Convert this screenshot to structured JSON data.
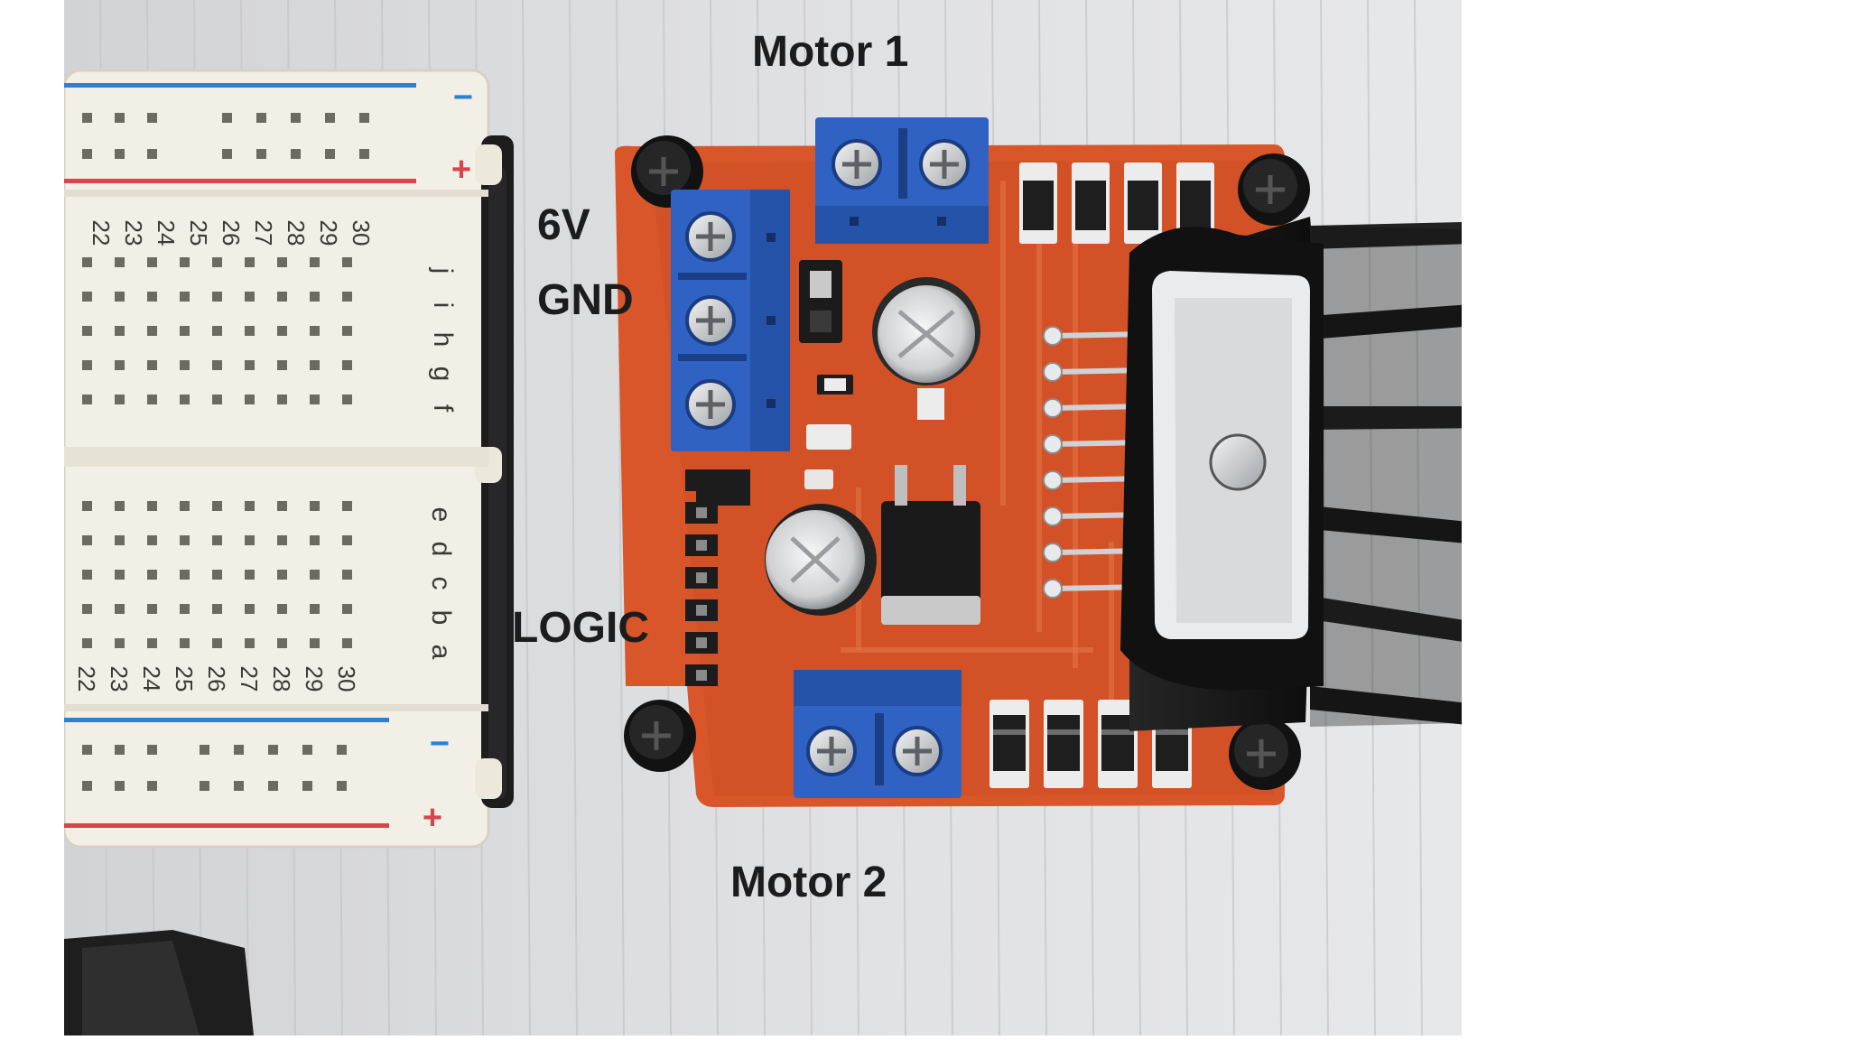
{
  "photo": {
    "labels": {
      "motor1": "Motor 1",
      "motor2": "Motor 2",
      "v6": "6V",
      "gnd": "GND",
      "logic": "LOGIC"
    },
    "breadboard": {
      "top_numbers": [
        "22",
        "23",
        "24",
        "25",
        "26",
        "27",
        "28",
        "29",
        "30"
      ],
      "bottom_numbers": [
        "22",
        "23",
        "24",
        "25",
        "26",
        "27",
        "28",
        "29",
        "30"
      ],
      "top_letters": [
        "j",
        "i",
        "h",
        "g",
        "f"
      ],
      "bottom_letters": [
        "e",
        "d",
        "c",
        "b",
        "a"
      ],
      "rail_minus": "−",
      "rail_plus": "+"
    },
    "colors": {
      "pcb": "#d9552a",
      "terminal": "#2f62c2",
      "heatsink": "#141414",
      "breadboard": "#f2efe6",
      "paper": "#d9dadc",
      "rail_blue": "#2d7fd6",
      "rail_red": "#d8444c"
    }
  }
}
